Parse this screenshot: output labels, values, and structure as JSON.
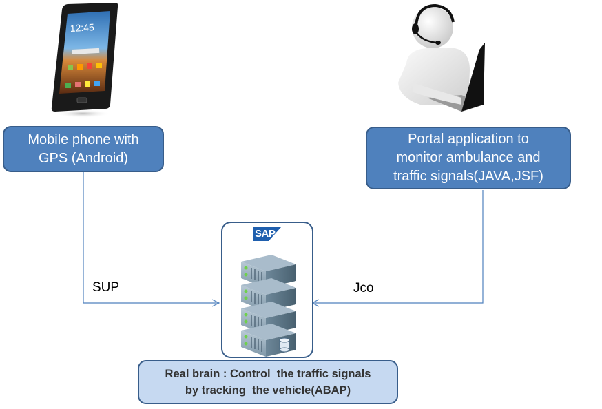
{
  "nodes": {
    "mobile": {
      "icon": "smartphone-icon",
      "label_lines": [
        "Mobile phone with",
        "GPS (Android)"
      ]
    },
    "portal": {
      "icon": "operator-with-laptop-icon",
      "label_lines": [
        "Portal application to",
        "monitor ambulance and",
        "traffic signals(JAVA,JSF)"
      ]
    },
    "server": {
      "logo_text": "SAP",
      "icon": "server-stack-icon",
      "label_lines": [
        "Real brain : Control  the traffic signals",
        "by tracking  the vehicle(ABAP)"
      ]
    }
  },
  "edges": [
    {
      "from": "mobile",
      "to": "server",
      "label": "SUP"
    },
    {
      "from": "portal",
      "to": "server",
      "label": "Jco"
    }
  ],
  "colors": {
    "box_fill": "#4f81bd",
    "box_border": "#385d8a",
    "light_box_fill": "#c6d9f1",
    "connector": "#4f81bd"
  }
}
